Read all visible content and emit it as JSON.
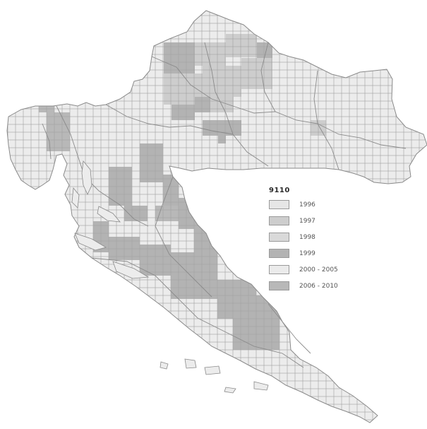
{
  "map": {
    "title": "",
    "colors": {
      "background": "#ffffff",
      "cell_border": "#9c9c9c",
      "boundary": "#8a8a8a"
    }
  },
  "legend": {
    "title": "9110",
    "items": [
      {
        "label": "1996",
        "color": "#e6e6e6"
      },
      {
        "label": "1997",
        "color": "#cdcdcd"
      },
      {
        "label": "1998",
        "color": "#d9d9d9"
      },
      {
        "label": "1999",
        "color": "#b3b3b3"
      },
      {
        "label": "2000 - 2005",
        "color": "#ebebeb"
      },
      {
        "label": "2006 - 2010",
        "color": "#b8b8b8"
      }
    ]
  }
}
